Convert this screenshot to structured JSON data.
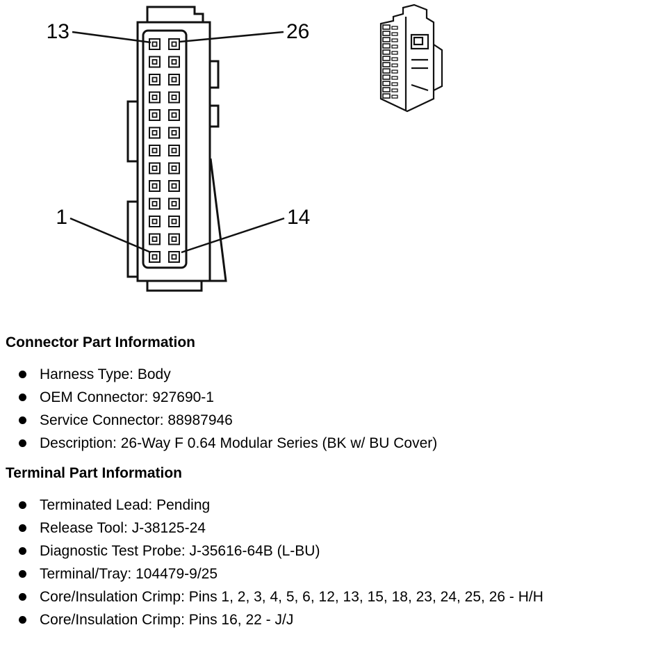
{
  "diagram": {
    "rows": 13,
    "iso_rows": 12,
    "pin_labels": {
      "top_left": "13",
      "top_right": "26",
      "bottom_left": "1",
      "bottom_right": "14"
    },
    "line_color": "#111111"
  },
  "connector_section": {
    "heading": "Connector Part Information",
    "items": [
      "Harness Type: Body",
      "OEM Connector: 927690-1",
      "Service Connector: 88987946",
      "Description: 26-Way F 0.64 Modular Series (BK w/ BU Cover)"
    ]
  },
  "terminal_section": {
    "heading": "Terminal Part Information",
    "items": [
      "Terminated Lead: Pending",
      "Release Tool: J-38125-24",
      "Diagnostic Test Probe: J-35616-64B (L-BU)",
      "Terminal/Tray: 104479-9/25",
      "Core/Insulation Crimp: Pins 1, 2, 3, 4, 5, 6, 12, 13, 15, 18, 23, 24, 25, 26 - H/H",
      "Core/Insulation Crimp: Pins 16, 22 - J/J"
    ]
  }
}
